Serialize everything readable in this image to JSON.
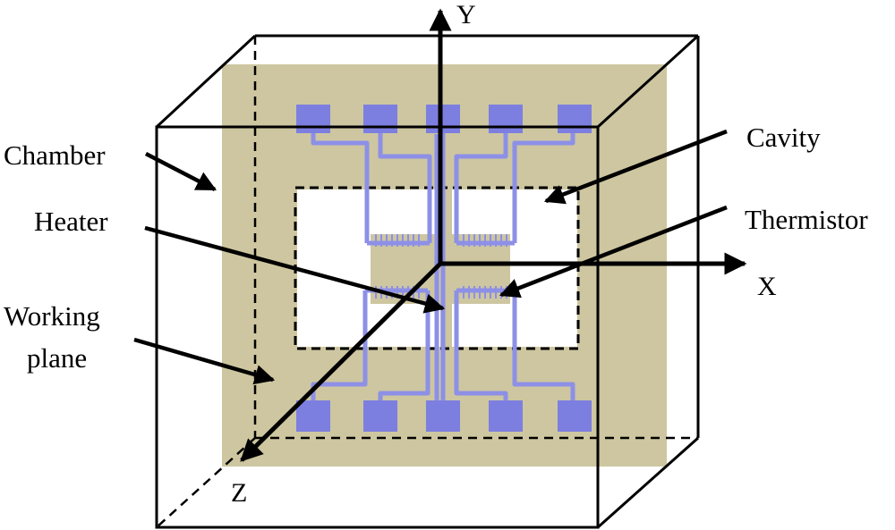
{
  "labels": {
    "chamber": "Chamber",
    "heater": "Heater",
    "working_line1": "Working",
    "working_line2": "plane",
    "cavity": "Cavity",
    "thermistor": "Thermistor"
  },
  "axes": {
    "x": "X",
    "y": "Y",
    "z": "Z"
  },
  "colors": {
    "plane_fill": "#cdc6a0",
    "electrode": "#7d7fe0",
    "line": "#000000",
    "background": "#ffffff"
  }
}
